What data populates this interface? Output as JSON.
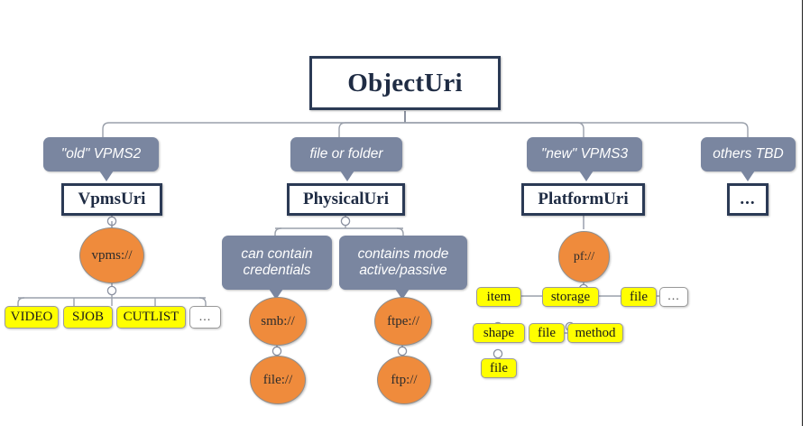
{
  "diagram": {
    "title": "ObjectUri",
    "root": {
      "label": "ObjectUri"
    },
    "branches": [
      {
        "callout": "\"old\" VPMS2",
        "class": "VpmsUri",
        "scheme": "vpms://",
        "leaves": [
          "VIDEO",
          "SJOB",
          "CUTLIST",
          "..."
        ]
      },
      {
        "callout": "file or folder",
        "class": "PhysicalUri",
        "notes": [
          "can contain credentials",
          "contains mode active/passive"
        ],
        "chains": [
          {
            "scheme": "smb://",
            "child": "file://"
          },
          {
            "scheme": "ftpe://",
            "child": "ftp://"
          }
        ]
      },
      {
        "callout": "\"new\" VPMS3",
        "class": "PlatformUri",
        "scheme": "pf://",
        "leaves": [
          "item",
          "storage",
          "file",
          "..."
        ],
        "sub": {
          "item": [
            "shape"
          ],
          "shape": [
            "file"
          ],
          "storage": [
            "file",
            "method"
          ]
        }
      },
      {
        "callout": "others TBD",
        "class": "..."
      }
    ],
    "notes_line1": "can contain",
    "notes_line2": "credentials",
    "notes2_line1": "contains mode",
    "notes2_line2": "active/passive",
    "colors": {
      "callout_gray": "#7a86a0",
      "class_border": "#2b3a55",
      "ellipse_orange": "#ef8b3c",
      "leaf_yellow": "#ffff00",
      "wire": "#9aa0ab"
    }
  }
}
